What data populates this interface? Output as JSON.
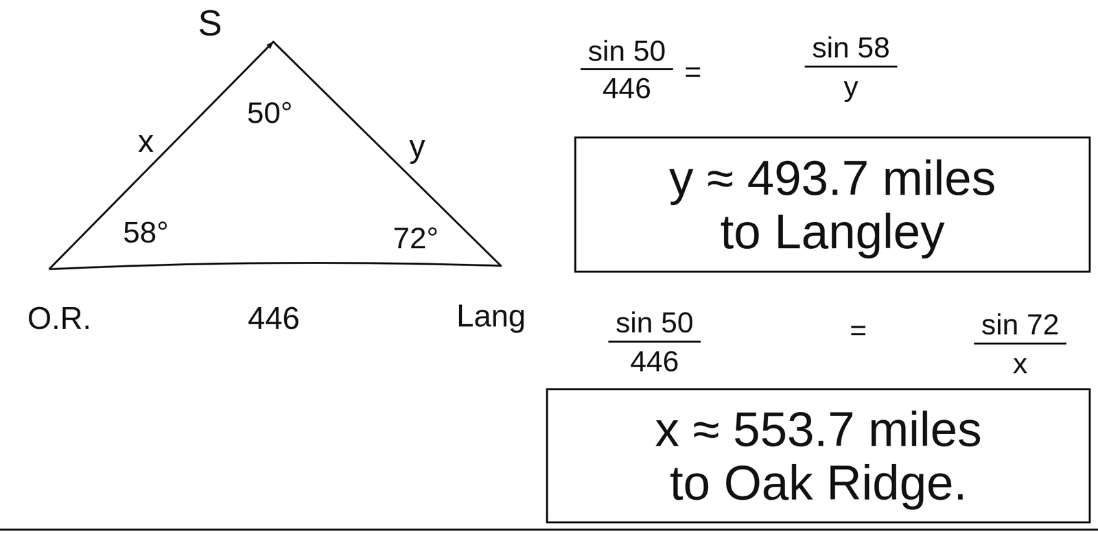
{
  "diagram": {
    "nodes": [
      {
        "text": [
          "y ≈ 493.7 miles to Langley"
        ]
      },
      {
        "text": [
          "x ≈ 553.7 miles to Oak Ridge."
        ]
      }
    ],
    "labels": [
      "S",
      "x",
      "50°",
      "y",
      "58°",
      "72°",
      "O.R.",
      "446",
      "Lang",
      "sin 50",
      "446",
      "=",
      "sin 58",
      "y",
      "sin 50",
      "446",
      "=",
      "sin 72",
      "x"
    ]
  }
}
